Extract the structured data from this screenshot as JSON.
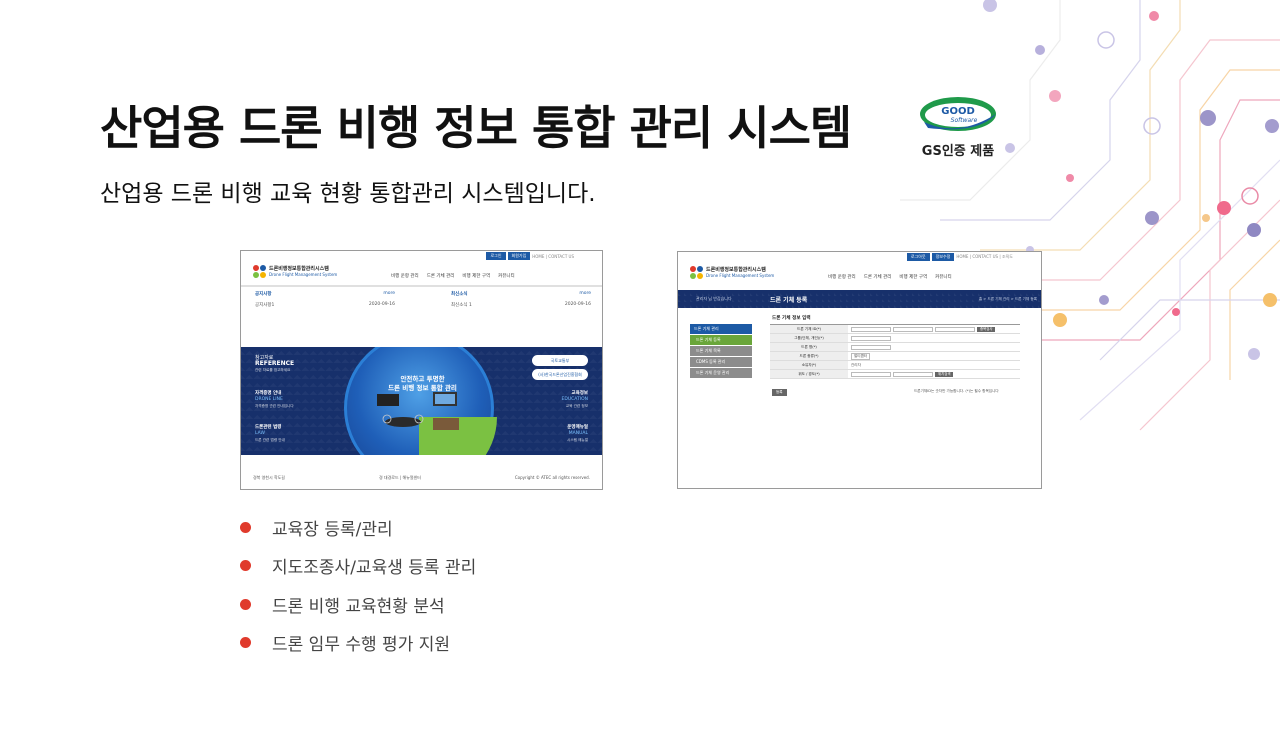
{
  "header": {
    "title": "산업용 드론 비행 정보 통합 관리 시스템",
    "subtitle": "산업용 드론 비행 교육 현황 통합관리 시스템입니다."
  },
  "badge": {
    "logo_word": "GOOD",
    "logo_sub": "Software",
    "label": "GS인증 제품"
  },
  "screenshot1": {
    "top_buttons": [
      "로그인",
      "회원가입"
    ],
    "top_links": "HOME  |  CONTACT US",
    "logo_title": "드론비행정보통합관리시스템",
    "logo_subtitle": "Drone Flight Management System",
    "nav": [
      "비행 운항 관리",
      "드론 기체 관리",
      "비행 제한 구역",
      "커뮤니티"
    ],
    "notice": {
      "label": "공지사항",
      "more": "more",
      "item": "공지사항1",
      "date": "2020-09-16"
    },
    "news": {
      "label": "최신소식",
      "more": "more",
      "item": "최신소식 1",
      "date": "2020-09-16"
    },
    "hero": {
      "ref_small": "참고자료",
      "ref_big": "REFERENCE",
      "ref_desc": "관련 자료를 참고하세요",
      "circle_line1": "안전하고 투명한",
      "circle_line2": "드론 비행 정보 통합 관리",
      "left1_title": "자격증명 안내",
      "left1_sub": "DRONE LINE",
      "left1_desc": "자격증명 관련 안내입니다",
      "left2_title": "드론관련 법령",
      "left2_sub": "LAW",
      "left2_desc": "드론 관련 법령 안내",
      "right1_title": "교육정보",
      "right1_sub": "EDUCATION",
      "right1_desc": "교육 관련 정보",
      "right2_title": "운영매뉴얼",
      "right2_sub": "MANUAL",
      "right2_desc": "시스템 매뉴얼",
      "pill1": "국토교통부",
      "pill2": "(사)한국드론산업진흥협회"
    },
    "footer_left": "경북 영천시 학도길",
    "footer_mid": "경 대경로드 | 해뉴얼센터",
    "footer_right": "Copyright © ATEC all rights reserved."
  },
  "screenshot2": {
    "top_buttons": [
      "로그아웃",
      "정보수정"
    ],
    "top_links": "HOME  |  CONTACT US  |  조직도",
    "logo_title": "드론비행정보통합관리시스템",
    "logo_subtitle": "Drone Flight Management System",
    "nav": [
      "비행 운항 관리",
      "드론 기체 관리",
      "비행 제한 구역",
      "커뮤니티"
    ],
    "banner_user": "관리자 님 반갑습니다",
    "banner_title": "드론 기체 등록",
    "banner_crumb": "홈 > 드론 기체 관리 > 드론 기체 등록",
    "menu_head": "드론 기체 관리",
    "menu_items": [
      "드론 기체 등록",
      "드론 기체 목록",
      "CDMS 등록 관리",
      "드론 기체 운영 관리"
    ],
    "form_title": "드론 기체 정보 입력",
    "rows": [
      {
        "k": "드론 기체 ID(*)",
        "v": "",
        "btn": "중복검사"
      },
      {
        "k": "그룹(단체, 개인)(*)",
        "v": "",
        "btn": ""
      },
      {
        "k": "드론 명(*)",
        "v": "",
        "btn": ""
      },
      {
        "k": "드론 종류(*)",
        "v": "멀티콥터",
        "btn": ""
      },
      {
        "k": "소유자(*)",
        "v": "관리자",
        "btn": ""
      },
      {
        "k": "위도 / 경도(*)",
        "v": "",
        "btn": "위치검색"
      }
    ],
    "submit": "등록",
    "note": "드론기체ID는 숫자만 가능합니다. (*)는 필수 항목입니다"
  },
  "features": [
    "교육장 등록/관리",
    "지도조종사/교육생 등록 관리",
    "드론 비행 교육현황 분석",
    "드론 임무 수행 평가 지원"
  ],
  "colors": {
    "bullet": "#e03a2c",
    "navy": "#17306b",
    "accent_blue": "#1d5aa5",
    "accent_green": "#7bc142"
  }
}
